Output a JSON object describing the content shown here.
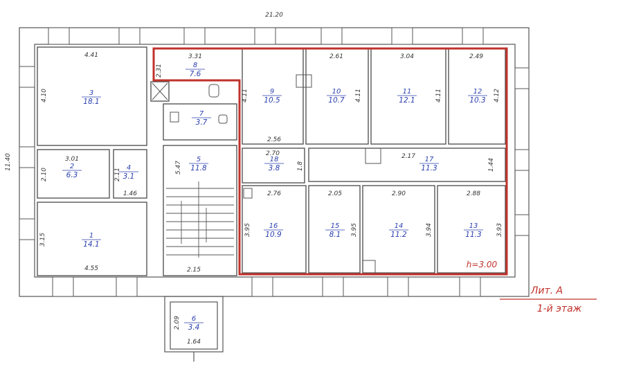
{
  "overall": {
    "width": "21.20",
    "height": "11.40"
  },
  "height_note": "h=3.00",
  "titles": {
    "lit": "Лит. А",
    "floor": "1-й этаж"
  },
  "rooms": [
    {
      "id": "1",
      "num": "1",
      "area": "14.1"
    },
    {
      "id": "2",
      "num": "2",
      "area": "6.3"
    },
    {
      "id": "3",
      "num": "3",
      "area": "18.1"
    },
    {
      "id": "4",
      "num": "4",
      "area": "3.1"
    },
    {
      "id": "5",
      "num": "5",
      "area": "11.8"
    },
    {
      "id": "6",
      "num": "6",
      "area": "3.4"
    },
    {
      "id": "7",
      "num": "7",
      "area": "3.7"
    },
    {
      "id": "8",
      "num": "8",
      "area": "7.6"
    },
    {
      "id": "9",
      "num": "9",
      "area": "10.5"
    },
    {
      "id": "10",
      "num": "10",
      "area": "10.7"
    },
    {
      "id": "11",
      "num": "11",
      "area": "12.1"
    },
    {
      "id": "12",
      "num": "12",
      "area": "10.3"
    },
    {
      "id": "13",
      "num": "13",
      "area": "11.3"
    },
    {
      "id": "14",
      "num": "14",
      "area": "11.2"
    },
    {
      "id": "15",
      "num": "15",
      "area": "8.1"
    },
    {
      "id": "16",
      "num": "16",
      "area": "10.9"
    },
    {
      "id": "17",
      "num": "17",
      "area": "11.3"
    },
    {
      "id": "18",
      "num": "18",
      "area": "3.8"
    }
  ],
  "dimensions": {
    "d441": "4.41",
    "d410": "4.10",
    "d331": "3.31",
    "d231": "2.31",
    "d261": "2.61",
    "d304": "3.04",
    "d249": "2.49",
    "d411a": "4.11",
    "d411b": "4.11",
    "d411c": "4.11",
    "d412": "4.12",
    "d256": "2.56",
    "d270": "2.70",
    "d217": "2.17",
    "d144": "1.44",
    "d301": "3.01",
    "d210": "2.10",
    "d211": "2.11",
    "d146": "1.46",
    "d547": "5.47",
    "d18": "1.8",
    "d276": "2.76",
    "d205": "2.05",
    "d290": "2.90",
    "d288": "2.88",
    "d395a": "3.95",
    "d395b": "3.95",
    "d394": "3.94",
    "d393": "3.93",
    "d315": "3.15",
    "d455": "4.55",
    "d215": "2.15",
    "d209": "2.09",
    "d164": "1.64"
  }
}
